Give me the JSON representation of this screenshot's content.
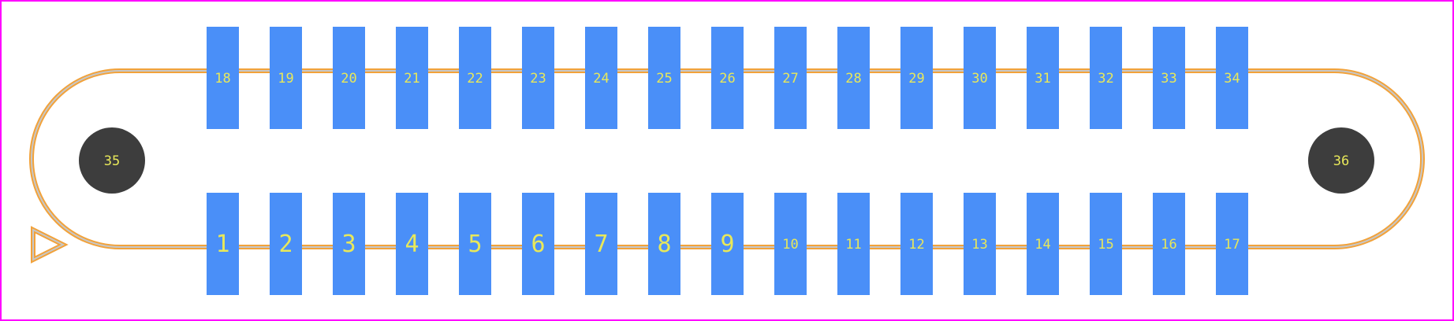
{
  "colors": {
    "background": "#ffffff",
    "border": "#ff00ff",
    "outline": "#f2a23a",
    "outline_inner": "#c7c7c7",
    "pad": "#4a8ff8",
    "hole": "#3d3d3d",
    "label": "#e8e85a"
  },
  "top_row": [
    "18",
    "19",
    "20",
    "21",
    "22",
    "23",
    "24",
    "25",
    "26",
    "27",
    "28",
    "29",
    "30",
    "31",
    "32",
    "33",
    "34"
  ],
  "bottom_row": [
    "1",
    "2",
    "3",
    "4",
    "5",
    "6",
    "7",
    "8",
    "9",
    "10",
    "11",
    "12",
    "13",
    "14",
    "15",
    "16",
    "17"
  ],
  "mount_holes": {
    "left": "35",
    "right": "36"
  }
}
